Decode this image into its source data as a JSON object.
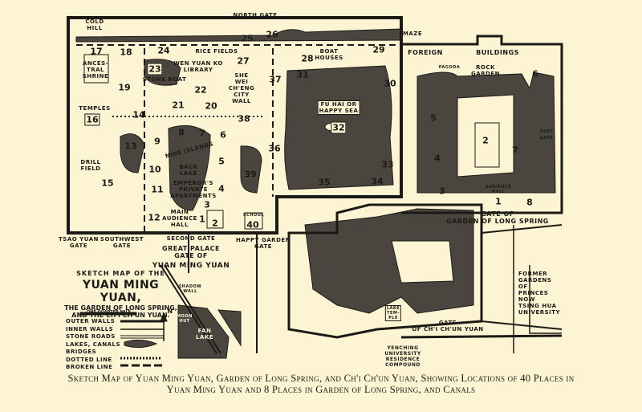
{
  "map_title": {
    "line1": "SKETCH MAP OF THE",
    "line2": "YUAN MING YUAN,",
    "line3": "THE GARDEN OF LONG SPRING,",
    "line4": "AND THE CH'I CH'UN YUAN."
  },
  "scale_label": "ONE QUARTER MILE",
  "north_label": "N",
  "legend": [
    {
      "label": "OUTER WALLS"
    },
    {
      "label": "INNER WALLS"
    },
    {
      "label": "STONE ROADS"
    },
    {
      "label": "LAKES, CANALS"
    },
    {
      "label": "BRIDGES"
    },
    {
      "label": "DOTTED LINE"
    },
    {
      "label": "BROKEN LINE"
    }
  ],
  "labels": {
    "cold_hill": "COLD\nHILL",
    "north_gate": "NORTH GATE",
    "rice_fields": "RICE FIELDS",
    "ancestral_shrine": "ANCES-\nTRAL\nSHRINE",
    "stone_boat": "STONE BOAT",
    "library": "WEN YUAN KO\nLIBRARY",
    "city_wall": "SHE\nWEI\nCH'ENG\nCITY\nWALL",
    "boat_houses": "BOAT\nHOUSES",
    "happy_sea": "FU HAI OR\nHAPPY SEA",
    "temples": "TEMPLES",
    "drill_field": "DRILL\nFIELD",
    "nine_islands": "NINE ISLANDS",
    "back_lake": "BACK\nLAKE",
    "private_apartments": "EMPEROR'S\nPRIVATE\nAPARTMENTS",
    "main_audience_hall": "MAIN\nAUDIENCE\nHALL",
    "school": "SCHOOL",
    "tsao_yuan_gate": "TSAO YUAN\nGATE",
    "southwest_gate": "SOUTHWEST\nGATE",
    "second_gate": "SECOND GATE",
    "happy_garden_gate": "HAPPY GARDEN\nGATE",
    "great_palace_gate": "GREAT PALACE\nGATE OF",
    "yuan_ming_yuan": "YUAN MING YUAN",
    "maze": "MAZE",
    "foreign": "FOREIGN",
    "buildings": "BUILDINGS",
    "pagoda": "PAGODA",
    "rock_garden": "ROCK\nGARDEN",
    "east_gate": "EAST\nGATE",
    "audience_hall": "AUDIENCE\nHALL",
    "gate_long_spring": "GATE OF\nGARDEN OF LONG SPRING",
    "shadow_wall": "SHADOW\nWALL",
    "moon_hut": "MOON\nHUT",
    "fan_lake": "FAN\nLAKE",
    "lake_temple": "LAKE\nTEM-\nPLE",
    "gate_chi_chun": "GATE\nOF CH'I CH'UN YUAN",
    "yenching": "YENCHING\nUNIVERSITY\nRESIDENCE\nCOMPOUND",
    "tsing_hua": "FORMER\nGARDENS\nOF\nPRINCES\nNOW\nTSING HUA\nUNIVERSITY"
  },
  "numbers_ymy": [
    "1",
    "2",
    "3",
    "4",
    "5",
    "6",
    "7",
    "8",
    "9",
    "10",
    "11",
    "12",
    "13",
    "14",
    "15",
    "16",
    "17",
    "18",
    "19",
    "20",
    "21",
    "22",
    "23",
    "24",
    "25",
    "26",
    "27",
    "28",
    "29",
    "30",
    "31",
    "32",
    "33",
    "34",
    "35",
    "36",
    "37",
    "38",
    "39",
    "40"
  ],
  "numbers_long_spring": [
    "1",
    "2",
    "3",
    "4",
    "5",
    "6",
    "7",
    "8"
  ],
  "caption": {
    "line1": "Sketch Map of Yuan Ming Yuan, Garden of Long Spring, and Ch'i Ch'un Yuan, Showing Locations of 40 Places in",
    "line2": "Yuan Ming Yuan and 8 Places in Garden of Long Spring, and Canals"
  },
  "colors": {
    "paper": "#fcf4d3",
    "ink": "#1c1a17",
    "water": "#4a463f"
  }
}
